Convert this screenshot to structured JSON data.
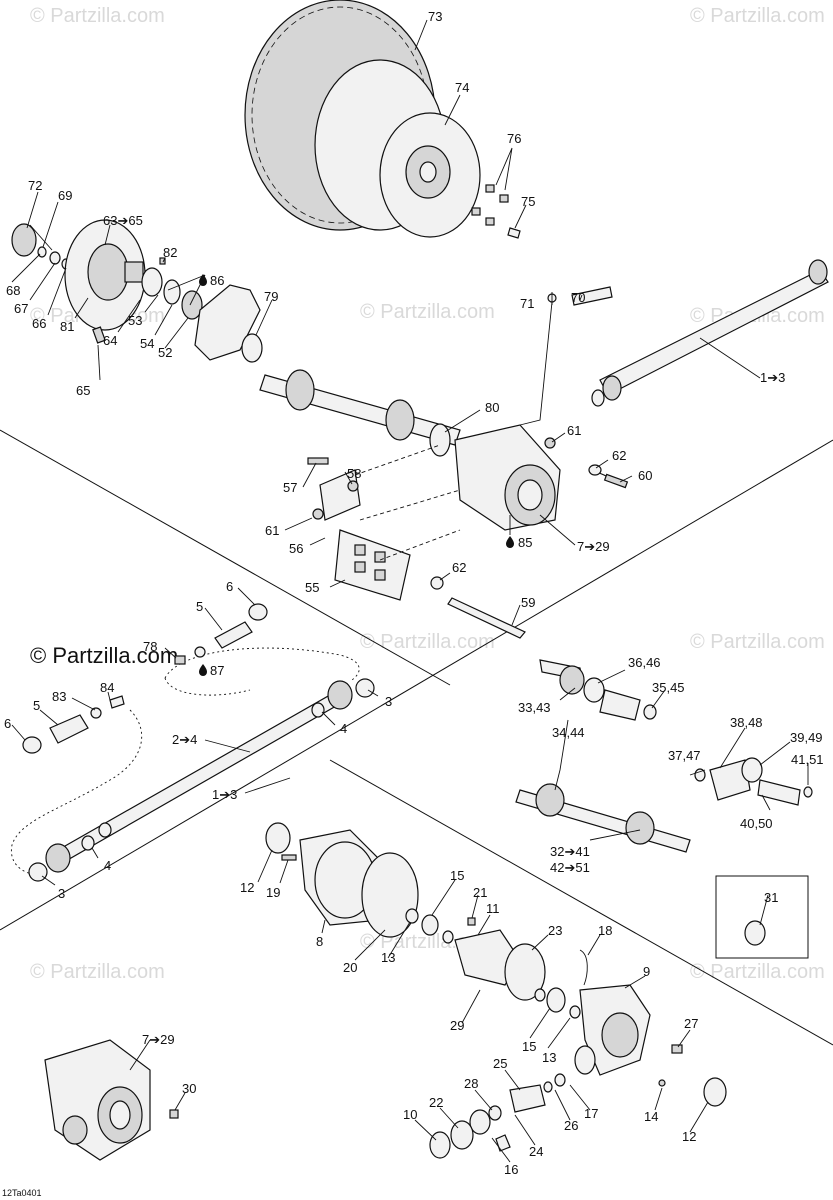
{
  "watermarks": {
    "small": "© Partzilla.com",
    "large": "© Partzilla.com"
  },
  "diagram_code": "12Ta0401",
  "callouts": [
    {
      "id": "73",
      "text": "73"
    },
    {
      "id": "74",
      "text": "74"
    },
    {
      "id": "76",
      "text": "76"
    },
    {
      "id": "75",
      "text": "75"
    },
    {
      "id": "72",
      "text": "72"
    },
    {
      "id": "69",
      "text": "69"
    },
    {
      "id": "63-65",
      "text": "63➔65"
    },
    {
      "id": "82",
      "text": "82"
    },
    {
      "id": "86",
      "text": "86"
    },
    {
      "id": "68",
      "text": "68"
    },
    {
      "id": "67",
      "text": "67"
    },
    {
      "id": "66",
      "text": "66"
    },
    {
      "id": "81",
      "text": "81"
    },
    {
      "id": "64",
      "text": "64"
    },
    {
      "id": "53",
      "text": "53"
    },
    {
      "id": "54",
      "text": "54"
    },
    {
      "id": "52",
      "text": "52"
    },
    {
      "id": "79",
      "text": "79"
    },
    {
      "id": "65",
      "text": "65"
    },
    {
      "id": "71",
      "text": "71"
    },
    {
      "id": "70",
      "text": "70"
    },
    {
      "id": "1-3a",
      "text": "1➔3"
    },
    {
      "id": "80",
      "text": "80"
    },
    {
      "id": "61a",
      "text": "61"
    },
    {
      "id": "62a",
      "text": "62"
    },
    {
      "id": "60",
      "text": "60"
    },
    {
      "id": "57",
      "text": "57"
    },
    {
      "id": "58",
      "text": "58"
    },
    {
      "id": "61b",
      "text": "61"
    },
    {
      "id": "56",
      "text": "56"
    },
    {
      "id": "85",
      "text": "85"
    },
    {
      "id": "7-29a",
      "text": "7➔29"
    },
    {
      "id": "55",
      "text": "55"
    },
    {
      "id": "62b",
      "text": "62"
    },
    {
      "id": "59",
      "text": "59"
    },
    {
      "id": "6a",
      "text": "6"
    },
    {
      "id": "5a",
      "text": "5"
    },
    {
      "id": "78",
      "text": "78"
    },
    {
      "id": "87",
      "text": "87"
    },
    {
      "id": "84",
      "text": "84"
    },
    {
      "id": "83",
      "text": "83"
    },
    {
      "id": "5b",
      "text": "5"
    },
    {
      "id": "6b",
      "text": "6"
    },
    {
      "id": "3a",
      "text": "3"
    },
    {
      "id": "4a",
      "text": "4"
    },
    {
      "id": "2-4",
      "text": "2➔4"
    },
    {
      "id": "1-3b",
      "text": "1➔3"
    },
    {
      "id": "4b",
      "text": "4"
    },
    {
      "id": "3b",
      "text": "3"
    },
    {
      "id": "36-46",
      "text": "36,46"
    },
    {
      "id": "35-45",
      "text": "35,45"
    },
    {
      "id": "33-43",
      "text": "33,43"
    },
    {
      "id": "34-44",
      "text": "34,44"
    },
    {
      "id": "38-48",
      "text": "38,48"
    },
    {
      "id": "39-49",
      "text": "39,49"
    },
    {
      "id": "41-51",
      "text": "41,51"
    },
    {
      "id": "37-47",
      "text": "37,47"
    },
    {
      "id": "40-50",
      "text": "40,50"
    },
    {
      "id": "32-41",
      "text": "32➔41"
    },
    {
      "id": "42-51",
      "text": "42➔51"
    },
    {
      "id": "31",
      "text": "31"
    },
    {
      "id": "12a",
      "text": "12"
    },
    {
      "id": "19",
      "text": "19"
    },
    {
      "id": "8",
      "text": "8"
    },
    {
      "id": "15a",
      "text": "15"
    },
    {
      "id": "21",
      "text": "21"
    },
    {
      "id": "11",
      "text": "11"
    },
    {
      "id": "20",
      "text": "20"
    },
    {
      "id": "13a",
      "text": "13"
    },
    {
      "id": "23",
      "text": "23"
    },
    {
      "id": "18",
      "text": "18"
    },
    {
      "id": "9",
      "text": "9"
    },
    {
      "id": "29",
      "text": "29"
    },
    {
      "id": "15b",
      "text": "15"
    },
    {
      "id": "13b",
      "text": "13"
    },
    {
      "id": "27",
      "text": "27"
    },
    {
      "id": "7-29b",
      "text": "7➔29"
    },
    {
      "id": "30",
      "text": "30"
    },
    {
      "id": "25",
      "text": "25"
    },
    {
      "id": "28",
      "text": "28"
    },
    {
      "id": "22",
      "text": "22"
    },
    {
      "id": "10",
      "text": "10"
    },
    {
      "id": "17",
      "text": "17"
    },
    {
      "id": "26",
      "text": "26"
    },
    {
      "id": "24",
      "text": "24"
    },
    {
      "id": "16",
      "text": "16"
    },
    {
      "id": "14",
      "text": "14"
    },
    {
      "id": "12b",
      "text": "12"
    }
  ]
}
